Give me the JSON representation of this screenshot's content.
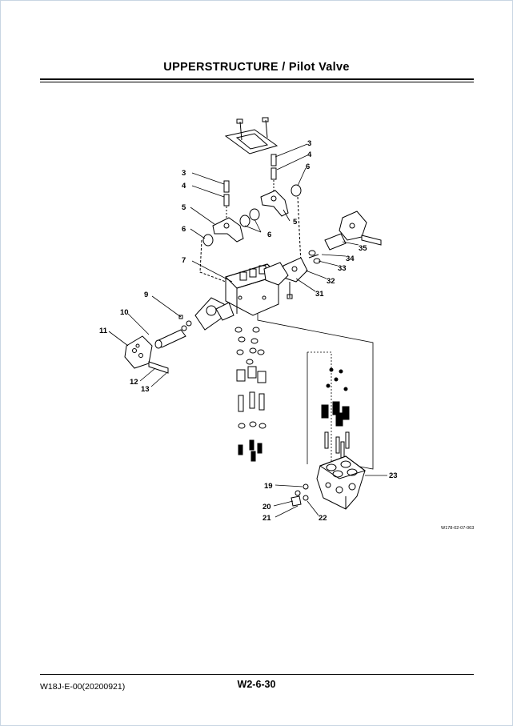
{
  "header": {
    "title": "UPPERSTRUCTURE / Pilot Valve"
  },
  "figure": {
    "reference": "W178-02-07-063",
    "callouts": {
      "c3a": "3",
      "c4a": "4",
      "c6a": "6",
      "c3b": "3",
      "c4b": "4",
      "c5b": "5",
      "c6b": "6",
      "c5a": "5",
      "c6c": "6",
      "c7": "7",
      "c9": "9",
      "c10": "10",
      "c11": "11",
      "c12": "12",
      "c13": "13",
      "c35": "35",
      "c34": "34",
      "c33": "33",
      "c32": "32",
      "c31": "31",
      "c23": "23",
      "c19": "19",
      "c20": "20",
      "c21": "21",
      "c22": "22"
    }
  },
  "footer": {
    "doc_code": "W18J-E-00(20200921)",
    "page": "W2-6-30"
  }
}
